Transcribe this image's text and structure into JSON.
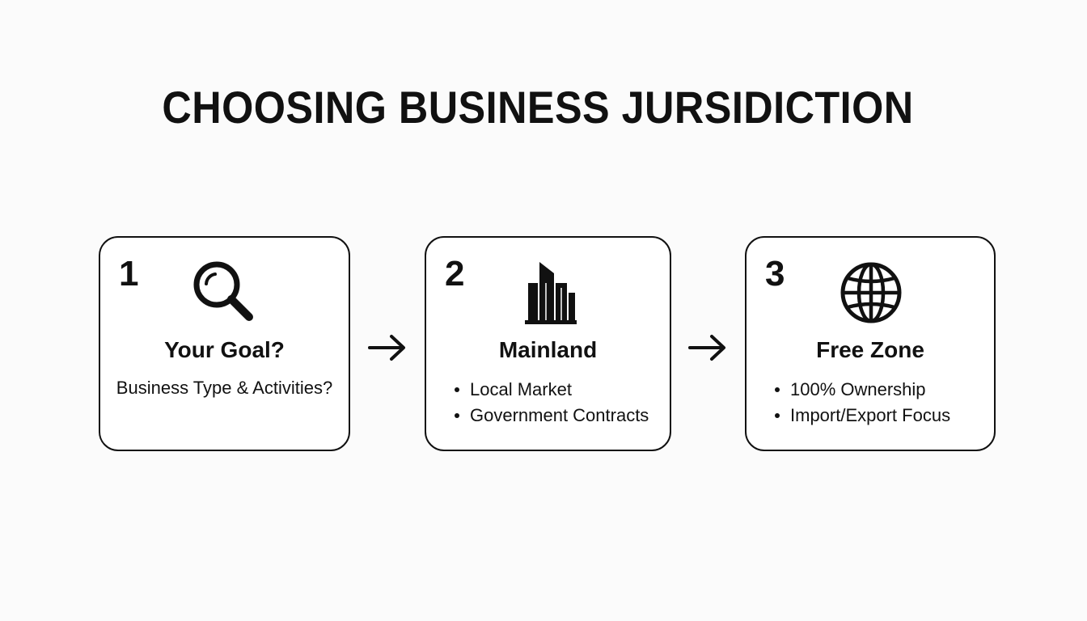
{
  "title": "CHOOSING BUSINESS JURSIDICTION",
  "steps": [
    {
      "number": "1",
      "icon": "magnifying-glass-icon",
      "title": "Your Goal?",
      "subtitle": "Business Type & Activities?"
    },
    {
      "number": "2",
      "icon": "buildings-icon",
      "title": "Mainland",
      "bullets": [
        "Local Market",
        "Government Contracts"
      ]
    },
    {
      "number": "3",
      "icon": "globe-icon",
      "title": "Free Zone",
      "bullets": [
        "100% Ownership",
        "Import/Export Focus"
      ]
    }
  ],
  "connectors": [
    "right-arrow-icon",
    "right-arrow-icon"
  ],
  "colors": {
    "background": "#fbfbfb",
    "ink": "#111111",
    "card": "#ffffff"
  }
}
